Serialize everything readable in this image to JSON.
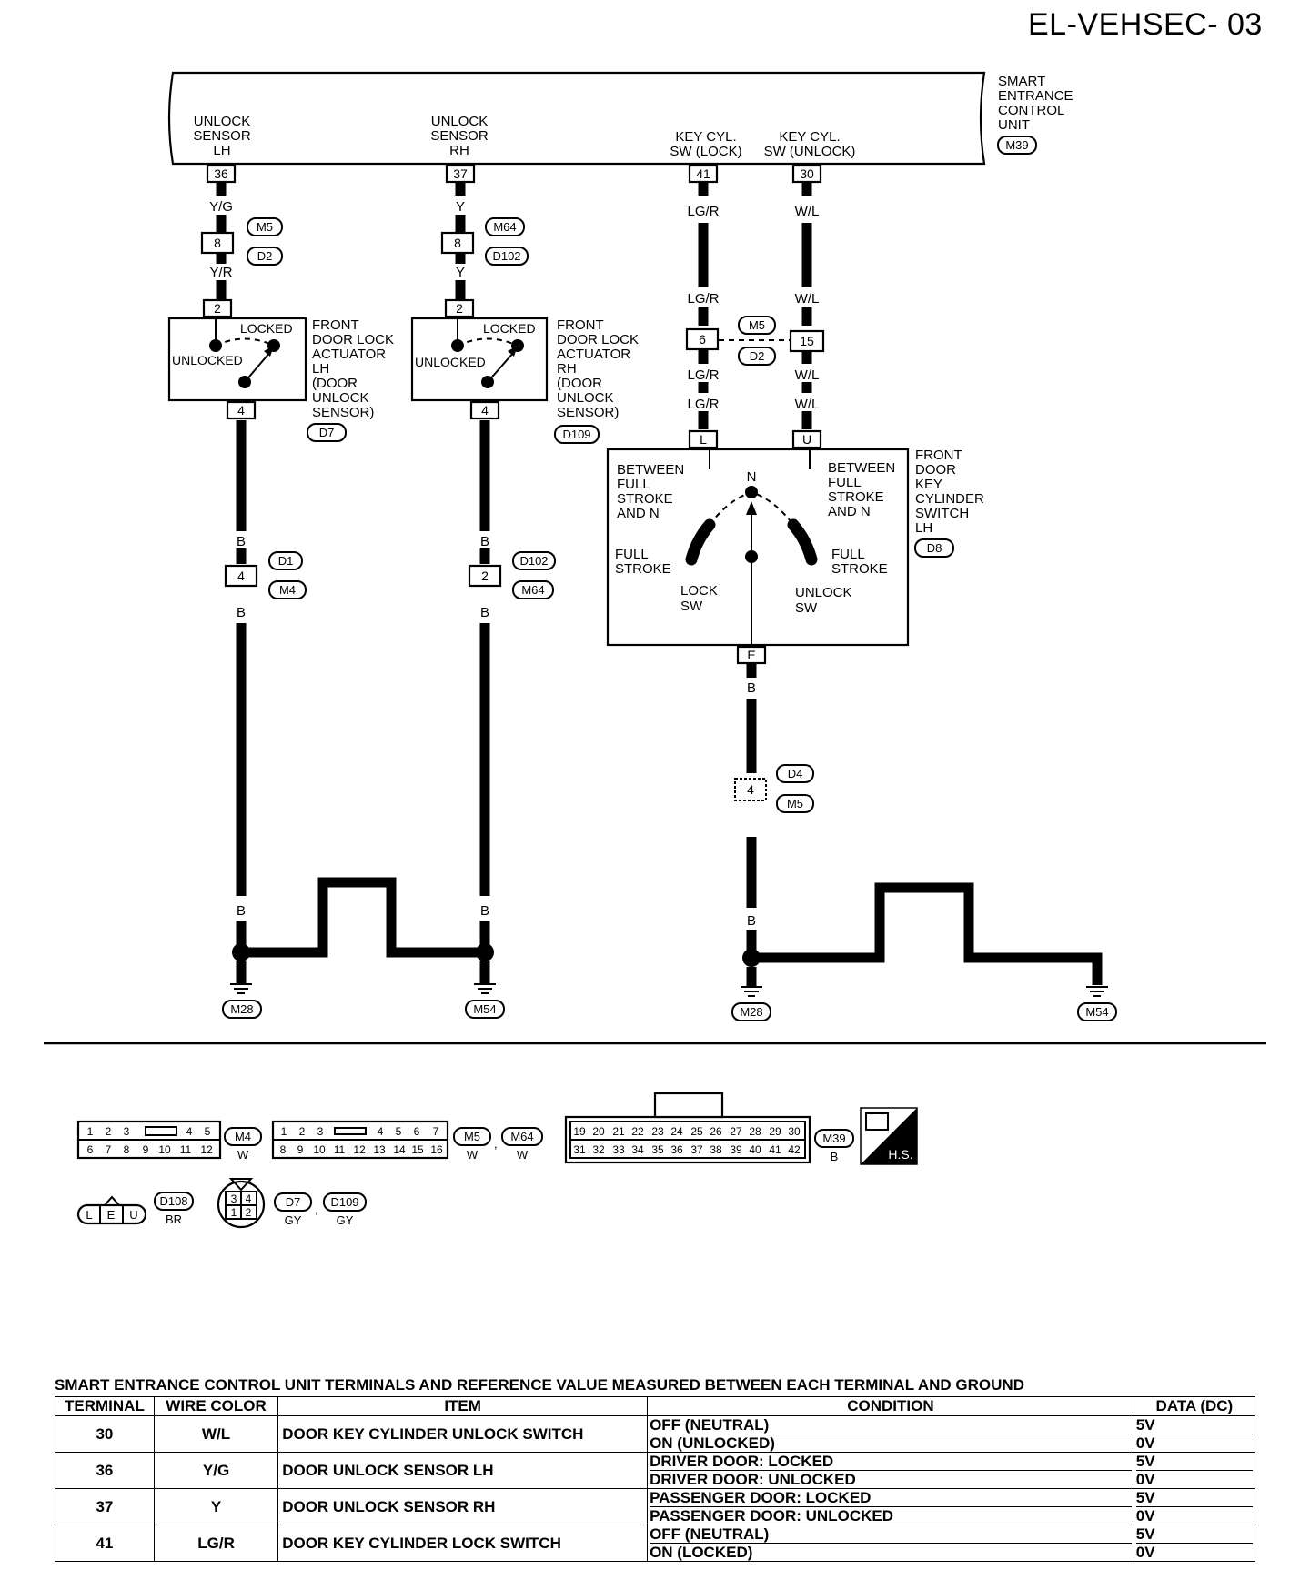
{
  "page_id": "EL-VEHSEC- 03",
  "control_unit": {
    "name_lines": [
      "SMART",
      "ENTRANCE",
      "CONTROL",
      "UNIT"
    ],
    "connector": "M39",
    "terminals": [
      {
        "pin": "36",
        "label_lines": [
          "UNLOCK",
          "SENSOR",
          "LH"
        ]
      },
      {
        "pin": "37",
        "label_lines": [
          "UNLOCK",
          "SENSOR",
          "RH"
        ]
      },
      {
        "pin": "41",
        "label_lines": [
          "KEY CYL.",
          "SW (LOCK)"
        ]
      },
      {
        "pin": "30",
        "label_lines": [
          "KEY CYL.",
          "SW (UNLOCK)"
        ]
      }
    ]
  },
  "wires": {
    "lh": {
      "top": "Y/G",
      "bottom": "Y/R",
      "conn_pin": "8",
      "conn_a": "M5",
      "conn_b": "D2"
    },
    "rh": {
      "top": "Y",
      "bottom": "Y",
      "conn_pin": "8",
      "conn_a": "M64",
      "conn_b": "D102"
    },
    "lock": {
      "c1": "LG/R",
      "c2": "LG/R",
      "c3": "LG/R",
      "c4": "LG/R",
      "pin": "6"
    },
    "unlock": {
      "c1": "W/L",
      "c2": "W/L",
      "c3": "W/L",
      "c4": "W/L",
      "pin": "15"
    },
    "key_conn": {
      "a": "M5",
      "b": "D2"
    }
  },
  "actuators": {
    "common": {
      "locked": "LOCKED",
      "unlocked": "UNLOCKED",
      "pin_in": "2",
      "pin_out": "4"
    },
    "lh": {
      "label_lines": [
        "FRONT",
        "DOOR LOCK",
        "ACTUATOR",
        "LH",
        "(DOOR",
        "UNLOCK",
        "SENSOR)"
      ],
      "connector": "D7"
    },
    "rh": {
      "label_lines": [
        "FRONT",
        "DOOR LOCK",
        "ACTUATOR",
        "RH",
        "(DOOR",
        "UNLOCK",
        "SENSOR)"
      ],
      "connector": "D109"
    }
  },
  "key_switch": {
    "label_lines": [
      "FRONT",
      "DOOR",
      "KEY",
      "CYLINDER",
      "SWITCH",
      "LH"
    ],
    "connector": "D8",
    "pin_l": "L",
    "pin_u": "U",
    "pin_e": "E",
    "left_top_lines": [
      "BETWEEN",
      "FULL",
      "STROKE",
      "AND N"
    ],
    "right_top_lines": [
      "BETWEEN",
      "FULL",
      "STROKE",
      "AND N"
    ],
    "n": "N",
    "left_full_lines": [
      "FULL",
      "STROKE"
    ],
    "right_full_lines": [
      "FULL",
      "STROKE"
    ],
    "lock_sw_lines": [
      "LOCK",
      "SW"
    ],
    "unlock_sw_lines": [
      "UNLOCK",
      "SW"
    ]
  },
  "ground_runs": {
    "lh": {
      "wire": "B",
      "pin": "4",
      "conn_a": "D1",
      "conn_b": "M4"
    },
    "rh": {
      "wire": "B",
      "pin": "2",
      "conn_a": "D102",
      "conn_b": "M64"
    },
    "key": {
      "wire": "B",
      "pin": "4",
      "conn_a": "D4",
      "conn_b": "M5"
    },
    "grounds": [
      "M28",
      "M54",
      "M28",
      "M54"
    ]
  },
  "connectors_legend": {
    "m4": {
      "row1": [
        "1",
        "2",
        "3",
        "",
        "4",
        "5"
      ],
      "row2": [
        "6",
        "7",
        "8",
        "9",
        "10",
        "11",
        "12"
      ],
      "id": "M4",
      "color": "W"
    },
    "m5": {
      "row1": [
        "1",
        "2",
        "3",
        "",
        "4",
        "5",
        "6",
        "7"
      ],
      "row2": [
        "8",
        "9",
        "10",
        "11",
        "12",
        "13",
        "14",
        "15",
        "16"
      ],
      "id_a": "M5",
      "id_b": "M64",
      "color_a": "W",
      "color_b": "W",
      "sep": ","
    },
    "m39": {
      "row1": [
        "19",
        "20",
        "21",
        "22",
        "23",
        "24",
        "25",
        "26",
        "27",
        "28",
        "29",
        "30"
      ],
      "row2": [
        "31",
        "32",
        "33",
        "34",
        "35",
        "36",
        "37",
        "38",
        "39",
        "40",
        "41",
        "42"
      ],
      "id": "M39",
      "color": "B"
    },
    "hs": "H.S.",
    "d108": {
      "pins": [
        "L",
        "E",
        "U"
      ],
      "id": "D108",
      "color": "BR"
    },
    "d7": {
      "pins": [
        "3",
        "4",
        "1",
        "2"
      ],
      "id_a": "D7",
      "id_b": "D109",
      "color_a": "GY",
      "color_b": "GY",
      "sep": ","
    }
  },
  "table": {
    "title": "SMART ENTRANCE CONTROL UNIT TERMINALS AND REFERENCE VALUE MEASURED BETWEEN EACH TERMINAL AND GROUND",
    "headers": [
      "TERMINAL",
      "WIRE COLOR",
      "ITEM",
      "CONDITION",
      "DATA (DC)"
    ],
    "rows": [
      {
        "terminal": "30",
        "wire": "W/L",
        "item": "DOOR KEY CYLINDER UNLOCK SWITCH",
        "conditions": [
          "OFF (NEUTRAL)",
          "ON (UNLOCKED)"
        ],
        "data": [
          "5V",
          "0V"
        ]
      },
      {
        "terminal": "36",
        "wire": "Y/G",
        "item": "DOOR UNLOCK SENSOR LH",
        "conditions": [
          "DRIVER DOOR: LOCKED",
          "DRIVER DOOR: UNLOCKED"
        ],
        "data": [
          "5V",
          "0V"
        ]
      },
      {
        "terminal": "37",
        "wire": "Y",
        "item": "DOOR UNLOCK SENSOR RH",
        "conditions": [
          "PASSENGER DOOR: LOCKED",
          "PASSENGER DOOR: UNLOCKED"
        ],
        "data": [
          "5V",
          "0V"
        ]
      },
      {
        "terminal": "41",
        "wire": "LG/R",
        "item": "DOOR KEY CYLINDER LOCK SWITCH",
        "conditions": [
          "OFF (NEUTRAL)",
          "ON (LOCKED)"
        ],
        "data": [
          "5V",
          "0V"
        ]
      }
    ]
  }
}
